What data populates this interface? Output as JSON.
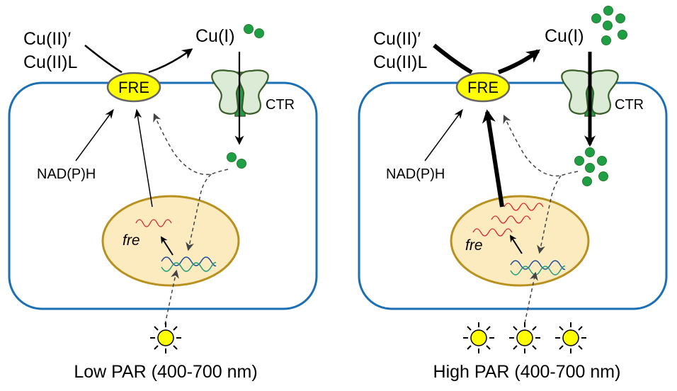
{
  "colors": {
    "membrane": "#1a6fb5",
    "fre_fill": "#ffff00",
    "fre_stroke": "#666666",
    "ctr_fill": "#dcebd6",
    "ctr_stroke": "#3a5e2a",
    "ctr_core": "#1e9e45",
    "copper": "#1e9e45",
    "copper_stroke": "#2a7a30",
    "nucleus_fill": "#fdebc0",
    "nucleus_stroke": "#b8911f",
    "mrna": "#d9262e",
    "dna_a": "#1f4e9c",
    "dna_b": "#1f9e7a",
    "sun_fill": "#ffff00",
    "dashed": "#444444"
  },
  "panels": [
    {
      "id": "low",
      "substrate_label_1": "Cu(II)′",
      "substrate_label_2": "Cu(II)L",
      "product_label": "Cu(I)",
      "enzyme_label": "FRE",
      "transporter_label": "CTR",
      "cofactor_label": "NAD(P)H",
      "gene_label": "fre",
      "caption": "Low PAR (400-700 nm)",
      "sun_count": 1,
      "extracellular_copper_count": 2,
      "intracellular_copper_count": 2,
      "mrna_count": 1,
      "flux_level": "low"
    },
    {
      "id": "high",
      "substrate_label_1": "Cu(II)′",
      "substrate_label_2": "Cu(II)L",
      "product_label": "Cu(I)",
      "enzyme_label": "FRE",
      "transporter_label": "CTR",
      "cofactor_label": "NAD(P)H",
      "gene_label": "fre",
      "caption": "High PAR (400-700 nm)",
      "sun_count": 3,
      "extracellular_copper_count": 6,
      "intracellular_copper_count": 6,
      "mrna_count": 3,
      "flux_level": "high"
    }
  ]
}
